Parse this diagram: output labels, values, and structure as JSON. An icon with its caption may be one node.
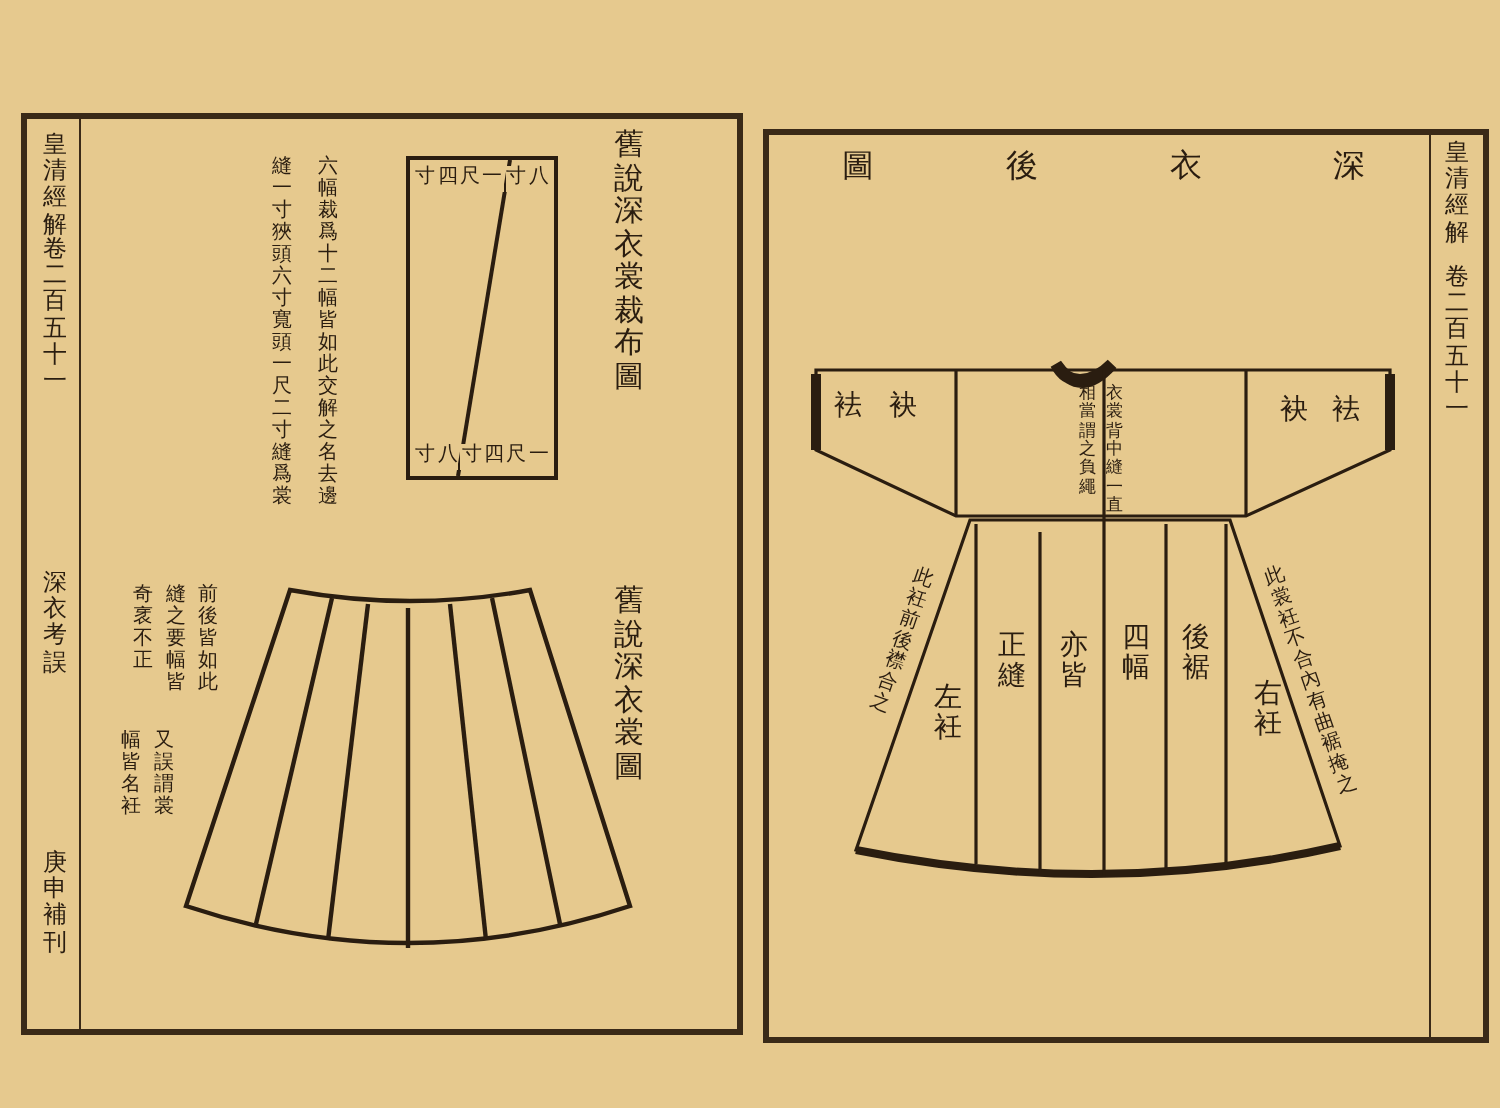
{
  "diagram": {
    "nodes": [
      {
        "text": [
          "一尺四寸",
          "八寸",
          "八寸",
          "一尺四寸"
        ]
      }
    ],
    "labels": [
      "皇清經解",
      "卷二百五十一",
      "深衣考誤",
      "庚申補刊",
      "舊說深衣裳裁布圖",
      "六幅裁爲十二幅皆如此交解之名去邊縫一寸狹頭六寸寬頭一尺二寸縫爲裳",
      "舊說深衣裳圖",
      "前後皆如此縫之要幅皆奇衺不正",
      "又誤謂裳幅皆名衽",
      "深衣後圖",
      "袂袪",
      "袂袪",
      "衣裳背中縫一直相當謂之負繩",
      "此衽前後襟合之",
      "左衽",
      "正縫",
      "亦皆",
      "四幅",
      "後裾",
      "右衽",
      "此裳衽不合內有曲裾掩之",
      "皇清經解",
      "卷二百五十一"
    ]
  }
}
